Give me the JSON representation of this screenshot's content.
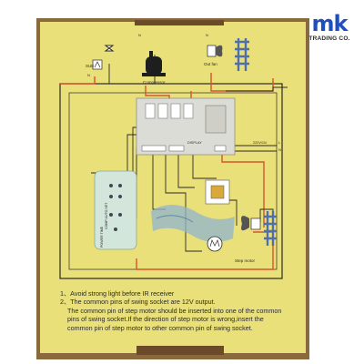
{
  "brand": {
    "name": "mk",
    "tagline": "TRADING CO."
  },
  "labels": {
    "sue": "SUE",
    "compressor": "Compressor",
    "out_fan": "Out fan",
    "step_motor": "Step motor",
    "display": "DISPLAY",
    "power_in": "220V/1N",
    "terminal_l": "L",
    "terminal_n": "N",
    "wire_n1": "N",
    "wire_n2": "N",
    "wire_n3": "N",
    "remote_side": "POWER TIME",
    "remote_middle": "COMP AUTO SET"
  },
  "notes": {
    "line1": "1、Avoid strong light before IR receiver",
    "line2": "2、The common pins of swing socket are 12V output.",
    "line3": "The common pin of step motor should be inserted into one of the common",
    "line4": "pins of swing  socket.If the direction of step motor is wrong,insert the",
    "line5": "common pin of step motor to other  common pin of swing socket."
  },
  "colors": {
    "card": "#e9e07a",
    "wire_red": "#d45530",
    "wire_black": "#2a2a2a",
    "board": "#dcdcd6",
    "brand_blue": "#1f4fbf"
  }
}
